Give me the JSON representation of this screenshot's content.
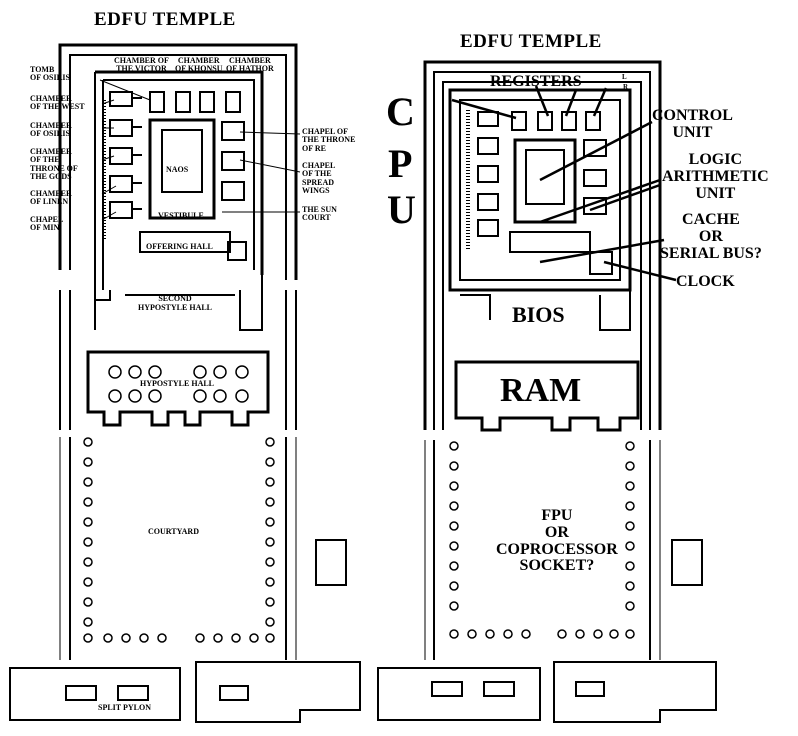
{
  "left_plan": {
    "title": "EDFU TEMPLE",
    "labels": {
      "tomb_osiris": "TOMB\nOF OSIRIS",
      "chamber_west": "CHAMBER\nOF THE WEST",
      "chamber_osiris": "CHAMBER\nOF OSIRIS",
      "chamber_throne_gods": "CHAMBER\nOF THE\nTHRONE OF\nTHE GODS",
      "chamber_linen": "CHAMBER\nOF LINEN",
      "chapel_min": "CHAPEL\nOF MIN",
      "chamber_victor": "CHAMBER OF\nTHE VICTOR",
      "chamber_khonsu": "CHAMBER\nOF KHONSU",
      "chamber_hathor": "CHAMBER\nOF HATHOR",
      "chapel_throne_re": "CHAPEL OF\nTHE THRONE\nOF RE",
      "chapel_spread_wings": "CHAPEL\nOF THE\nSPREAD\nWINGS",
      "sun_court": "THE SUN\nCOURT",
      "naos": "NAOS",
      "vestibule": "VESTIBULE",
      "offering_hall": "OFFERING HALL",
      "second_hypostyle": "SECOND\nHYPOSTYLE HALL",
      "hypostyle_hall": "HYPOSTYLE HALL",
      "courtyard": "COURTYARD",
      "split_pylon": "SPLIT PYLON"
    }
  },
  "right_plan": {
    "title": "EDFU TEMPLE",
    "cpu_letters": [
      "C",
      "P",
      "U"
    ],
    "labels": {
      "registers": "REGISTERS",
      "control_unit": "CONTROL\nUNIT",
      "logic_unit": "LOGIC\nARITHMETIC\nUNIT",
      "cache": "CACHE\nOR\nSERIAL BUS?",
      "clock": "CLOCK",
      "bios": "BIOS",
      "ram": "RAM",
      "fpu": "FPU\nOR\nCOPROCESSOR\nSOCKET?",
      "corner_l": "L",
      "corner_r": "R"
    }
  }
}
